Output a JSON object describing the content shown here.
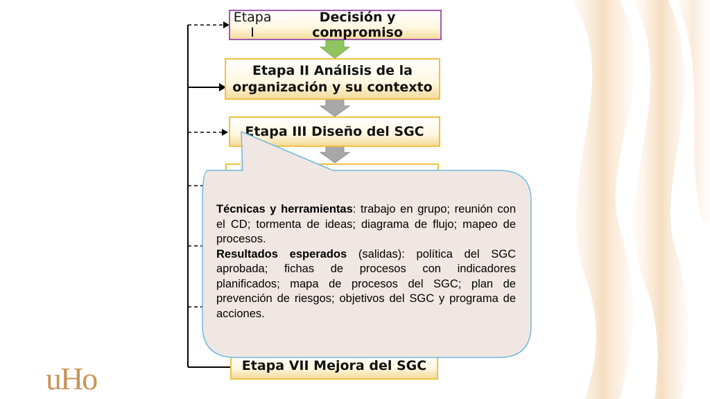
{
  "stages": {
    "stage1": {
      "prefix": "Etapa I ",
      "title": "Decisión y compromiso"
    },
    "stage2": {
      "line1": "Etapa II Análisis de la",
      "line2": "organización y su contexto"
    },
    "stage3": {
      "label": "Etapa III Diseño del SGC"
    },
    "stage7": {
      "label": "Etapa VII Mejora del SGC"
    }
  },
  "callout": {
    "tecnicas_label": "Técnicas y herramientas",
    "tecnicas_text": ": trabajo en grupo; reunión con el CD; tormenta de ideas; diagrama de flujo; mapeo de procesos.",
    "resultados_label": "Resultados esperados",
    "resultados_text": " (salidas): política del SGC aprobada; fichas de procesos con indicadores planificados; mapa de procesos del SGC; plan de prevención de riesgos; objetivos del SGC y programa de acciones."
  },
  "logo": {
    "text": "uHo"
  },
  "colors": {
    "box_border": "#f0c040",
    "stage1_border": "#a05ab0",
    "callout_fill": "#f0e7e2",
    "callout_border": "#6fb9df",
    "arrow_gray": "#a0a0a0",
    "arrow_green": "#8fc460"
  }
}
